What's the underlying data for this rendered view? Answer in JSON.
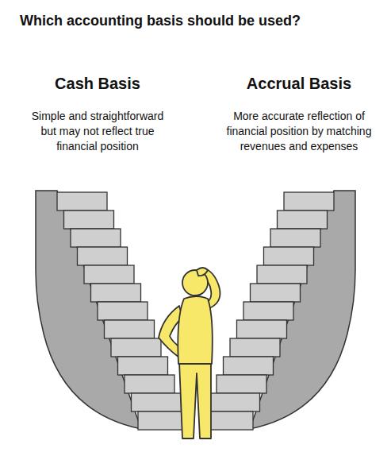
{
  "diagram": {
    "title": "Which accounting basis should be used?",
    "labels": [
      "Cash Basis",
      "Simple and straightforward but may not reflect true financial position",
      "Accrual Basis",
      "More accurate reflection of financial position by matching revenues and expenses"
    ]
  }
}
